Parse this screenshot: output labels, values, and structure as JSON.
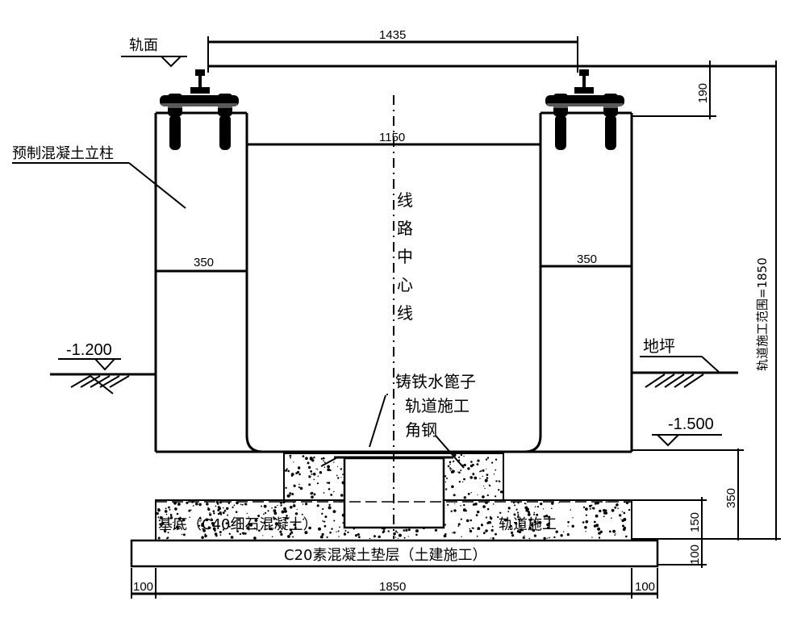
{
  "labels": {
    "rail_top": "轨面",
    "precast_column": "预制混凝土立柱",
    "centerline_chars": [
      "线",
      "路",
      "中",
      "心",
      "线"
    ],
    "elev_left": "-1.200",
    "ground": "地坪",
    "drain_grate": "铸铁水篦子",
    "track_work": "轨道施工",
    "angle_steel": "角钢",
    "elev_right": "-1.500",
    "base_concrete": "基底（C40细石混凝土）",
    "track_work_base": "轨道施工",
    "cushion": "C20素混凝土垫层（土建施工）",
    "track_range": "轨道施工范围=1850"
  },
  "dimensions": {
    "gauge": "1435",
    "inner_width": "1150",
    "col_left": "350",
    "col_right": "350",
    "rail_height": "190",
    "depth_right": "350",
    "base_thickness": "150",
    "cushion_thickness": "100",
    "total_width": "1850",
    "edge_left": "100",
    "edge_right": "100"
  }
}
